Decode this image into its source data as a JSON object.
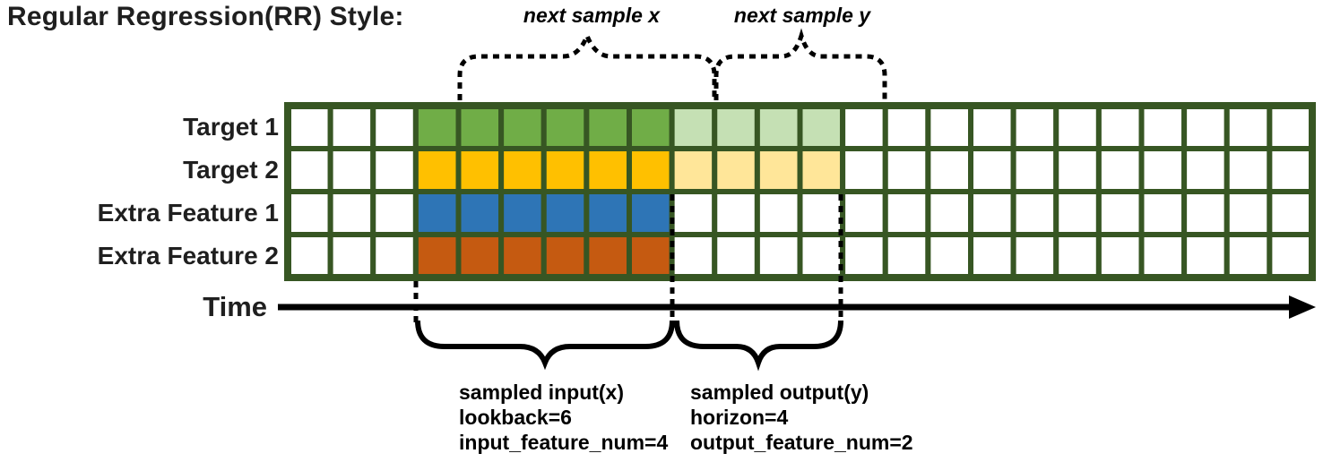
{
  "title": "Regular Regression(RR) Style:",
  "annotations": {
    "next_sample_x": "next sample x",
    "next_sample_y": "next sample y"
  },
  "rows": [
    {
      "label": "Target 1",
      "input_color": "#70AD47",
      "output_color": "#C5E0B4"
    },
    {
      "label": "Target 2",
      "input_color": "#FFC000",
      "output_color": "#FFE699"
    },
    {
      "label": "Extra Feature 1",
      "input_color": "#2E75B6",
      "output_color": null
    },
    {
      "label": "Extra Feature 2",
      "input_color": "#C55A11",
      "output_color": null
    }
  ],
  "grid": {
    "columns": 24,
    "lead_in_columns": 3,
    "input_columns": 6,
    "output_columns": 4,
    "border_color": "#375623",
    "empty_cell_color": "#ffffff"
  },
  "time_axis": {
    "label": "Time"
  },
  "input_block": {
    "lines": [
      "sampled input(x)",
      "lookback=6",
      "input_feature_num=4"
    ]
  },
  "output_block": {
    "lines": [
      "sampled output(y)",
      "horizon=4",
      "output_feature_num=2"
    ]
  },
  "ink_color": "#000000"
}
